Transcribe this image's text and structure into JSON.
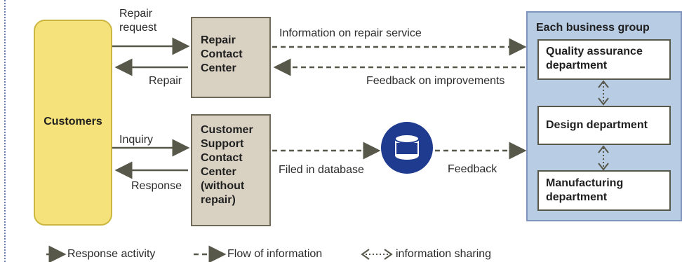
{
  "nodes": {
    "customers": "Customers",
    "repair_center": "Repair\nContact\nCenter",
    "support_center": "Customer\nSupport\nContact\nCenter\n(without\nrepair)",
    "business_group_title": "Each business group",
    "quality_dept": "Quality assurance\ndepartment",
    "design_dept": "Design department",
    "manufacturing_dept": "Manufacturing\ndepartment"
  },
  "edges": {
    "repair_request": "Repair\nrequest",
    "repair": "Repair",
    "inquiry": "Inquiry",
    "response": "Response",
    "info_repair_service": "Information on repair service",
    "feedback_improvements": "Feedback on improvements",
    "filed_database": "Filed in database",
    "feedback": "Feedback"
  },
  "legend": {
    "response_activity": "Response activity",
    "flow_information": "Flow of information",
    "information_sharing": "information sharing"
  },
  "colors": {
    "customers_fill": "#f6e27a",
    "customers_border": "#cbb640",
    "center_fill": "#d9d2c3",
    "center_border": "#6f6a58",
    "group_fill": "#b8cce4",
    "group_border": "#7f95bd",
    "dept_fill": "#ffffff",
    "arrow": "#57584a",
    "db_fill": "#1f3b8f"
  },
  "icons": {
    "database": "database-icon"
  }
}
